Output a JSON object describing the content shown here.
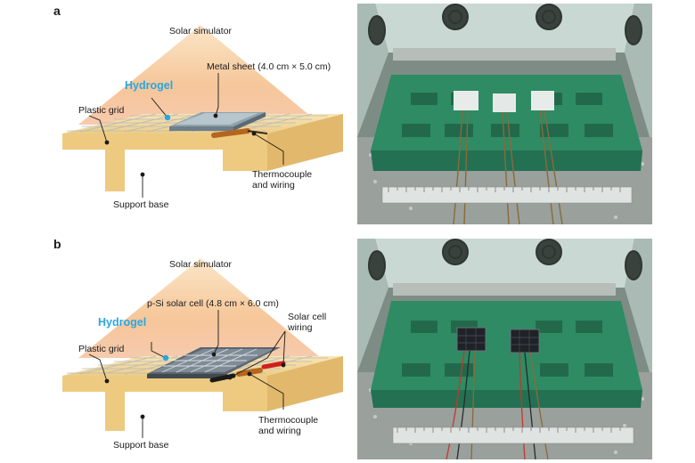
{
  "panels": [
    {
      "letter": "a",
      "labels": {
        "solar_simulator": "Solar simulator",
        "device": "Metal sheet (4.0 cm × 5.0 cm)",
        "hydrogel": "Hydrogel",
        "plastic_grid": "Plastic grid",
        "thermocouple_line1": "Thermocouple",
        "thermocouple_line2": "and wiring",
        "support_base": "Support base"
      }
    },
    {
      "letter": "b",
      "labels": {
        "solar_simulator": "Solar simulator",
        "device": "p-Si solar cell (4.8 cm × 6.0 cm)",
        "hydrogel": "Hydrogel",
        "solar_cell_wiring_line1": "Solar cell",
        "solar_cell_wiring_line2": "wiring",
        "plastic_grid": "Plastic grid",
        "thermocouple_line1": "Thermocouple",
        "thermocouple_line2": "and wiring",
        "support_base": "Support base"
      }
    }
  ],
  "colors": {
    "hydrogel_label": "#2aa6e0",
    "light_cone": "#f6c79a",
    "support_base": "#f2d79a",
    "tray_green": "#2e8b64",
    "chamber_panel": "#c9d8d2"
  }
}
